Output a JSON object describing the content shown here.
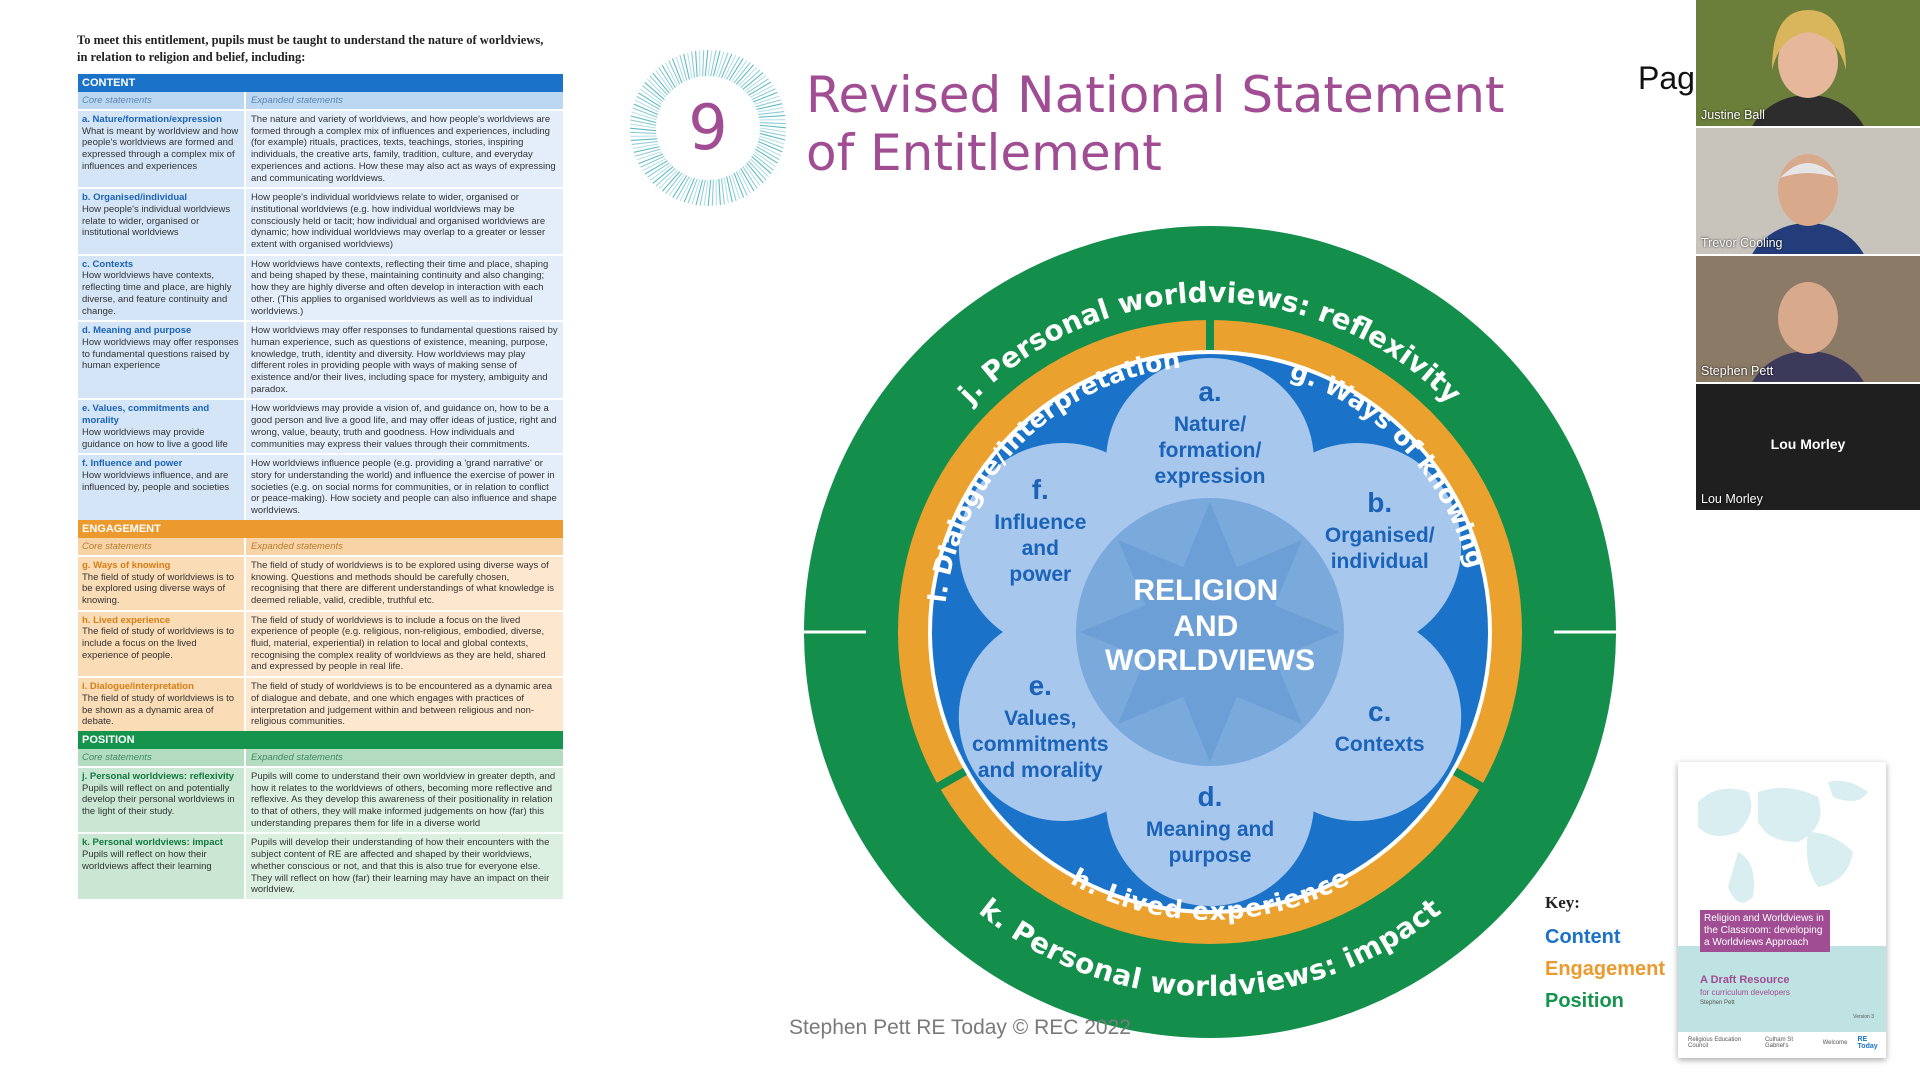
{
  "document": {
    "intro": "To meet this entitlement, pupils must be taught to understand the nature of worldviews, in relation to religion and belief, including:",
    "core_header": "Core statements",
    "expanded_header": "Expanded statements",
    "sections": [
      {
        "heading": "CONTENT",
        "color": "#1a73c8",
        "rows": [
          {
            "title": "a. Nature/formation/expression",
            "core": "What is meant by worldview and how people's worldviews are formed and expressed through a complex mix of influences and experiences",
            "expanded": "The nature and variety of worldviews, and how people's worldviews are formed through a complex mix of influences and experiences, including (for example) rituals, practices, texts, teachings, stories, inspiring individuals, the creative arts, family, tradition, culture, and everyday experiences and actions. How these may also act as ways of expressing and communicating worldviews."
          },
          {
            "title": "b. Organised/individual",
            "core": "How people's individual worldviews relate to wider, organised or institutional worldviews",
            "expanded": "How people's individual worldviews relate to wider, organised or institutional worldviews (e.g. how individual worldviews may be consciously held or tacit; how individual and organised worldviews are dynamic; how individual worldviews may overlap to a greater or lesser extent with organised worldviews)"
          },
          {
            "title": "c. Contexts",
            "core": "How worldviews have contexts, reflecting time and place, are highly diverse, and feature continuity and change.",
            "expanded": "How worldviews have contexts, reflecting their time and place, shaping and being shaped by these, maintaining continuity and also changing; how they are highly diverse and often develop in interaction with each other. (This applies to organised worldviews as well as to individual worldviews.)"
          },
          {
            "title": "d. Meaning and purpose",
            "core": "How worldviews may offer responses to fundamental questions raised by human experience",
            "expanded": "How worldviews may offer responses to fundamental questions raised by human experience, such as questions of existence, meaning, purpose, knowledge, truth, identity and diversity. How worldviews may play different roles in providing people with ways of making sense of existence and/or their lives, including space for mystery, ambiguity and paradox."
          },
          {
            "title": "e. Values, commitments and morality",
            "core": "How worldviews may provide guidance on how to live a good life",
            "expanded": "How worldviews may provide a vision of, and guidance on, how to be a good person and live a good life, and may offer ideas of justice, right and wrong, value, beauty, truth and goodness. How individuals and communities may express their values through their commitments."
          },
          {
            "title": "f. Influence and power",
            "core": "How worldviews influence, and are influenced by, people and societies",
            "expanded": "How worldviews influence people (e.g. providing a 'grand narrative' or story for understanding the world) and influence the exercise of power in societies (e.g. on social norms for communities, or in relation to conflict or peace-making). How society and people can also influence and shape worldviews."
          }
        ]
      },
      {
        "heading": "ENGAGEMENT",
        "color": "#ec9a2d",
        "rows": [
          {
            "title": "g. Ways of knowing",
            "core": "The field of study of worldviews is to be explored using diverse ways of knowing.",
            "expanded": "The field of study of worldviews is to be explored using diverse ways of knowing. Questions and methods should be carefully chosen, recognising that there are different understandings of what knowledge is deemed reliable, valid, credible, truthful etc."
          },
          {
            "title": "h. Lived experience",
            "core": "The field of study of worldviews is to include a focus on the lived experience of people.",
            "expanded": "The field of study of worldviews is to include a focus on the lived experience of people (e.g. religious, non-religious, embodied, diverse, fluid, material, experiential) in relation to local and global contexts, recognising the complex reality of worldviews as they are held, shared and expressed by people in real life."
          },
          {
            "title": "i. Dialogue/interpretation",
            "core": "The field of study of worldviews is to be shown as a dynamic area of debate.",
            "expanded": "The field of study of worldviews is to be encountered as a dynamic area of dialogue and debate, and one which engages with practices of interpretation and judgement within and between religious and non-religious communities."
          }
        ]
      },
      {
        "heading": "POSITION",
        "color": "#14944d",
        "rows": [
          {
            "title": "j. Personal worldviews: reflexivity",
            "core": "Pupils will reflect on and potentially develop their personal worldviews in the light of their study.",
            "expanded": "Pupils will come to understand their own worldview in greater depth, and how it relates to the worldviews of others, becoming more reflective and reflexive. As they develop this awareness of their positionality in relation to that of others, they will make informed judgements on how (far) this understanding prepares them for life in a diverse world"
          },
          {
            "title": "k. Personal worldviews: impact",
            "core": "Pupils will reflect on how their worldviews affect their learning",
            "expanded": "Pupils will develop their understanding of how their encounters with the subject content of RE are affected and shaped by their worldviews, whether conscious or not, and that this is also true for everyone else. They will reflect on how (far) their learning may have an impact on their worldview."
          }
        ]
      }
    ]
  },
  "slide": {
    "number": "9",
    "title_line1": "Revised National Statement",
    "title_line2": "of Entitlement",
    "title_color": "#a04d93",
    "center_lines": [
      "RELIGION",
      "AND",
      "WORLDVIEWS"
    ],
    "petals": [
      {
        "letter": "a.",
        "lines": [
          "Nature/",
          "formation/",
          "expression"
        ]
      },
      {
        "letter": "b.",
        "lines": [
          "Organised/",
          "individual"
        ]
      },
      {
        "letter": "c.",
        "lines": [
          "Contexts"
        ]
      },
      {
        "letter": "d.",
        "lines": [
          "Meaning and",
          "purpose"
        ]
      },
      {
        "letter": "e.",
        "lines": [
          "Values,",
          "commitments",
          "and morality"
        ]
      },
      {
        "letter": "f.",
        "lines": [
          "Influence",
          "and",
          "power"
        ]
      }
    ],
    "ring_labels": {
      "outer_top": "j. Personal worldviews: reflexivity",
      "outer_bottom": "k. Personal worldviews: impact",
      "ways_of_knowing": "g. Ways of knowing",
      "lived_experience": "h. Lived experience",
      "dialogue": "i. Dialogue/interpretation"
    },
    "colors": {
      "outer_ring": "#138f4b",
      "middle_ring": "#eaa12d",
      "inner_disc": "#1a73c8",
      "petal": "#a7c7ec",
      "petal_text": "#1a63b8",
      "center": "#7aaadc"
    },
    "key": {
      "title": "Key:",
      "items": [
        {
          "label": "Content",
          "color": "#1a73c8"
        },
        {
          "label": "Engagement",
          "color": "#ec9a2d"
        },
        {
          "label": "Position",
          "color": "#14944d"
        }
      ]
    },
    "footer": "Stephen Pett RE Today © REC 2022",
    "page_label": "Page"
  },
  "participants": [
    {
      "name": "Justine Ball",
      "video": true,
      "bg": "#6b7f3a"
    },
    {
      "name": "Trevor Cooling",
      "video": true,
      "bg": "#c8c4bc"
    },
    {
      "name": "Stephen Pett",
      "video": true,
      "bg": "#8a7a66"
    },
    {
      "name": "Lou Morley",
      "video": false,
      "bg": "#1f1f1f"
    }
  ],
  "cover": {
    "title": "Religion and Worldviews in the Classroom: developing a Worldviews Approach",
    "subtitle": "A Draft Resource",
    "subtitle2": "for curriculum developers",
    "author": "Stephen Pett",
    "version": "Version 3",
    "logos": [
      "Religious Education Council",
      "Culham St Gabriel's",
      "Welcome",
      "RE Today"
    ]
  }
}
